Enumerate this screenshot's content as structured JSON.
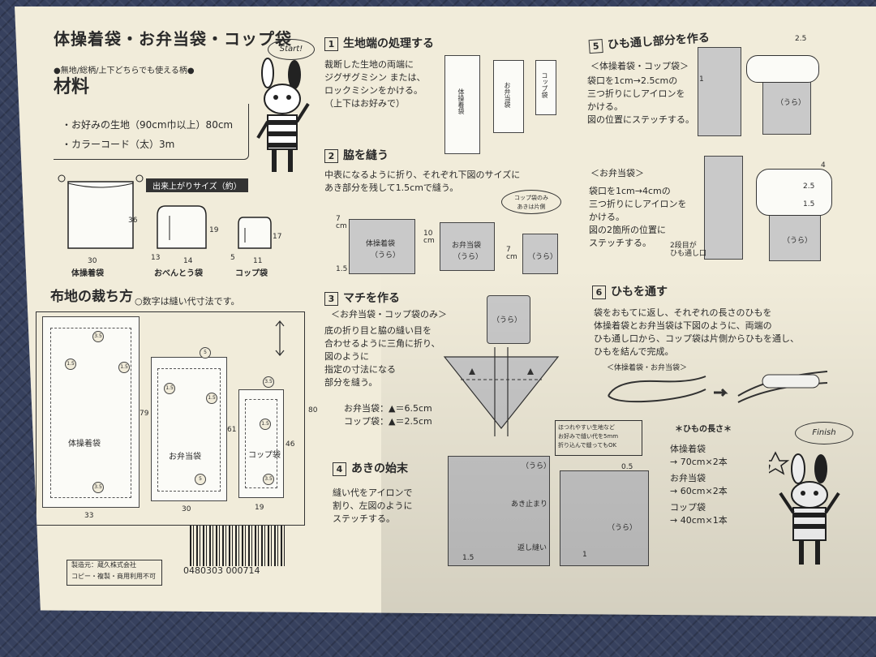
{
  "header": {
    "title": "体操着袋・お弁当袋・コップ袋",
    "start_bubble": "Start!",
    "subtitle": "●無地/総柄/上下どちらでも使える柄●"
  },
  "materials": {
    "heading": "材料",
    "items": [
      "・お好みの生地（90cm巾以上）80cm",
      "・カラーコード（太）3m"
    ]
  },
  "sizes": {
    "heading": "出来上がりサイズ（約）",
    "bags": [
      {
        "name": "体操着袋",
        "w": "30",
        "h": "36"
      },
      {
        "name": "おべんとう袋",
        "w": "14",
        "h": "19",
        "d": "13"
      },
      {
        "name": "コップ袋",
        "w": "11",
        "h": "17",
        "d": "5"
      }
    ]
  },
  "cutting": {
    "heading": "布地の裁ち方",
    "note": "○数字は縫い代寸法です。",
    "pieces": [
      {
        "name": "体操着袋",
        "w": "33",
        "h": "79"
      },
      {
        "name": "お弁当袋",
        "w": "30",
        "h": "61"
      },
      {
        "name": "コップ袋",
        "w": "19",
        "h": "46"
      }
    ],
    "total_height": "80",
    "allowances": [
      "3.5",
      "1.5",
      "5"
    ]
  },
  "barcode": "0480303 000714",
  "maker": [
    "製造元：蔵久株式会社",
    "コピー・複製・商用利用不可"
  ],
  "steps": [
    {
      "no": "1",
      "title": "生地端の処理する",
      "text": [
        "裁断した生地の両端に",
        "ジグザグミシン または、",
        "ロックミシンをかける。",
        "（上下はお好みで）"
      ]
    },
    {
      "no": "2",
      "title": "脇を縫う",
      "text": [
        "中表になるように折り、それぞれ下図のサイズに",
        "あき部分を残して1.5cmで縫う。"
      ],
      "bubble": [
        "コップ袋のみ",
        "あきは片側"
      ]
    },
    {
      "no": "3",
      "title": "マチを作る",
      "sub": "＜お弁当袋・コップ袋のみ＞",
      "text": [
        "底の折り目と脇の縫い目を",
        "合わせるように三角に折り、",
        "図のように",
        "指定の寸法になる",
        "部分を縫う。"
      ],
      "values": [
        "お弁当袋：▲＝6.5cm",
        "コップ袋：▲＝2.5cm"
      ]
    },
    {
      "no": "4",
      "title": "あきの始末",
      "text": [
        "縫い代をアイロンで",
        "割り、左図のように",
        "ステッチする。"
      ],
      "note": [
        "ほつれやすい生地など",
        "お好みで縫い代を5mm",
        "折り込んで縫ってもOK"
      ]
    },
    {
      "no": "5",
      "title": "ひも通し部分を作る",
      "sub1": "＜体操着袋・コップ袋＞",
      "text1": [
        "袋口を1cm→2.5cmの",
        "三つ折りにしアイロンを",
        "かける。",
        "図の位置にステッチする。"
      ],
      "sub2": "＜お弁当袋＞",
      "text2": [
        "袋口を1cm→4cmの",
        "三つ折りにしアイロンを",
        "かける。",
        "図の2箇所の位置に",
        "ステッチする。"
      ],
      "label": [
        "2段目が",
        "ひも通し口"
      ]
    },
    {
      "no": "6",
      "title": "ひもを通す",
      "text": [
        "袋をおもてに返し、それぞれの長さのひもを",
        "体操着袋とお弁当袋は下図のように、両端の",
        "ひも通し口から、コップ袋は片側からひもを通し、",
        "ひもを結んで完成。"
      ],
      "sub": "＜体操着袋・お弁当袋＞"
    }
  ],
  "cord": {
    "heading": "＊ひもの長さ＊",
    "items": [
      "体操着袋",
      "→ 70cm×2本",
      "お弁当袋",
      "→ 60cm×2本",
      "コップ袋",
      "→ 40cm×1本"
    ]
  },
  "finish_bubble": "Finish",
  "fabric_label": "（うら）",
  "strip_labels": [
    "体操着袋",
    "お弁当袋",
    "コップ袋"
  ],
  "dims": {
    "ake": "あき止まり",
    "kaeshi": "返し縫い",
    "v15": "1.5",
    "v1": "1",
    "v05": "0.5",
    "v25": "2.5",
    "v4": "4",
    "v7": "7\ncm",
    "v10": "10\ncm"
  }
}
